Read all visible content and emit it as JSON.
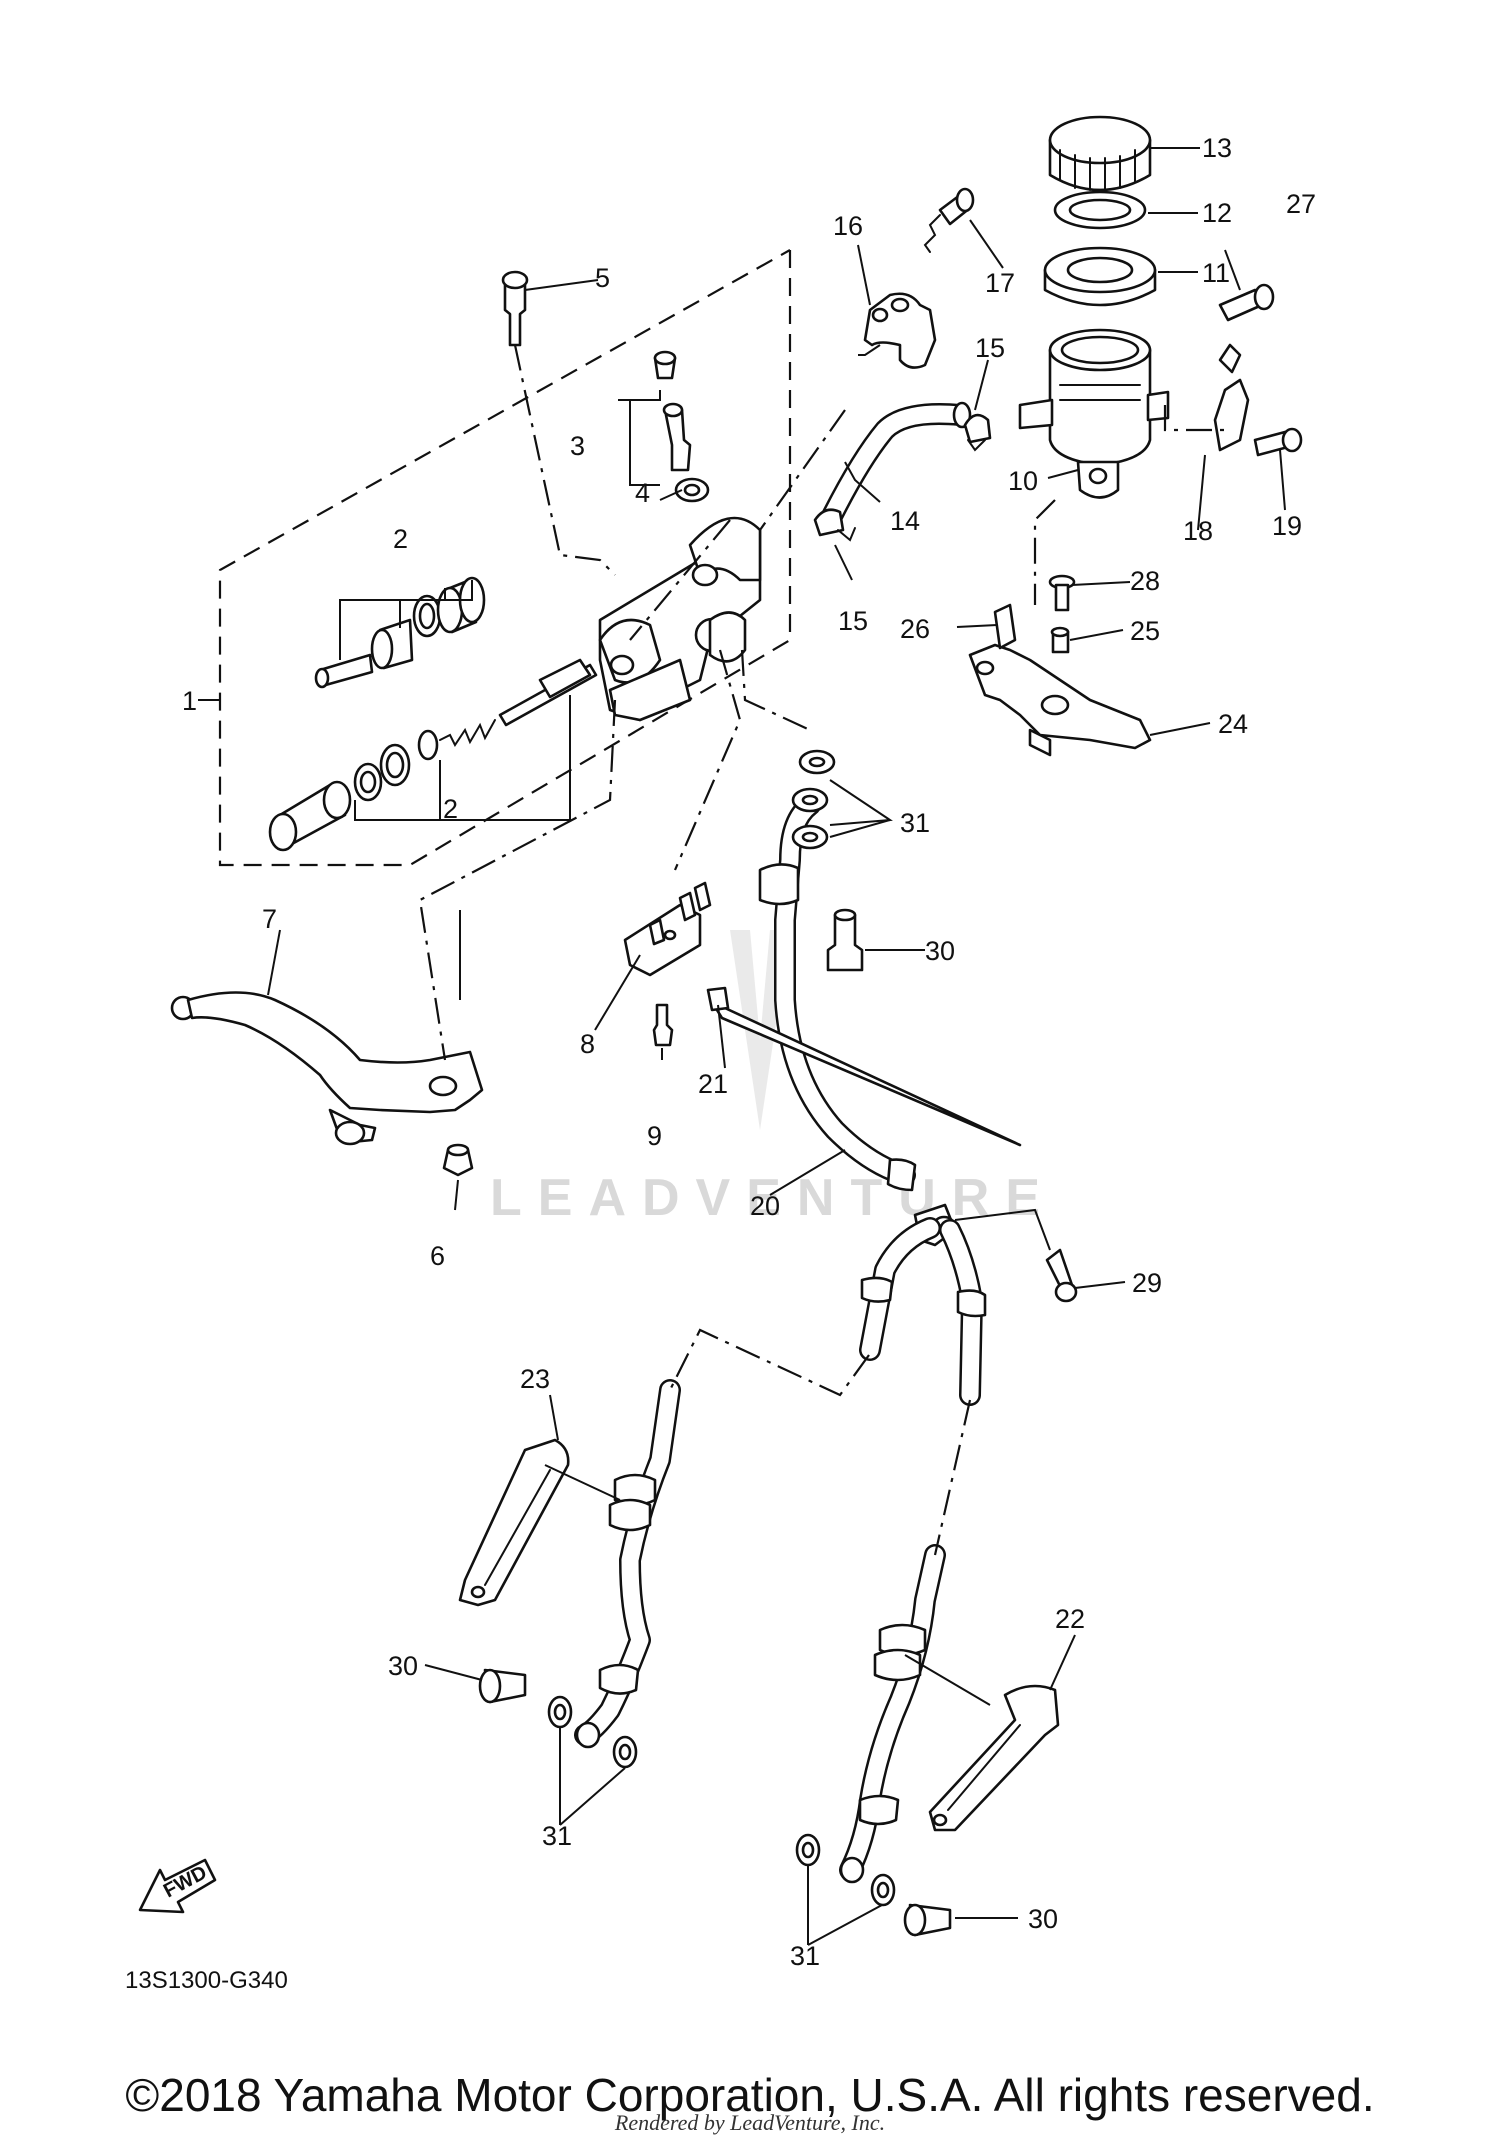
{
  "diagram": {
    "code": "13S1300-G340",
    "watermark": "LEADVENTURE",
    "fwd_label": "FWD",
    "callouts": {
      "c1": "1",
      "c2a": "2",
      "c2b": "2",
      "c3": "3",
      "c4": "4",
      "c5": "5",
      "c6": "6",
      "c7": "7",
      "c8": "8",
      "c9": "9",
      "c10": "10",
      "c11": "11",
      "c12": "12",
      "c13": "13",
      "c14": "14",
      "c15a": "15",
      "c15b": "15",
      "c16": "16",
      "c17": "17",
      "c18": "18",
      "c19": "19",
      "c20": "20",
      "c21": "21",
      "c22": "22",
      "c23": "23",
      "c24": "24",
      "c25": "25",
      "c26": "26",
      "c27": "27",
      "c28": "28",
      "c29": "29",
      "c30a": "30",
      "c30b": "30",
      "c30c": "30",
      "c31a": "31",
      "c31b": "31",
      "c31c": "31"
    }
  },
  "footer": {
    "copyright": "©2018 Yamaha Motor Corporation, U.S.A. All rights reserved.",
    "rendered_by": "Rendered by LeadVenture, Inc."
  }
}
